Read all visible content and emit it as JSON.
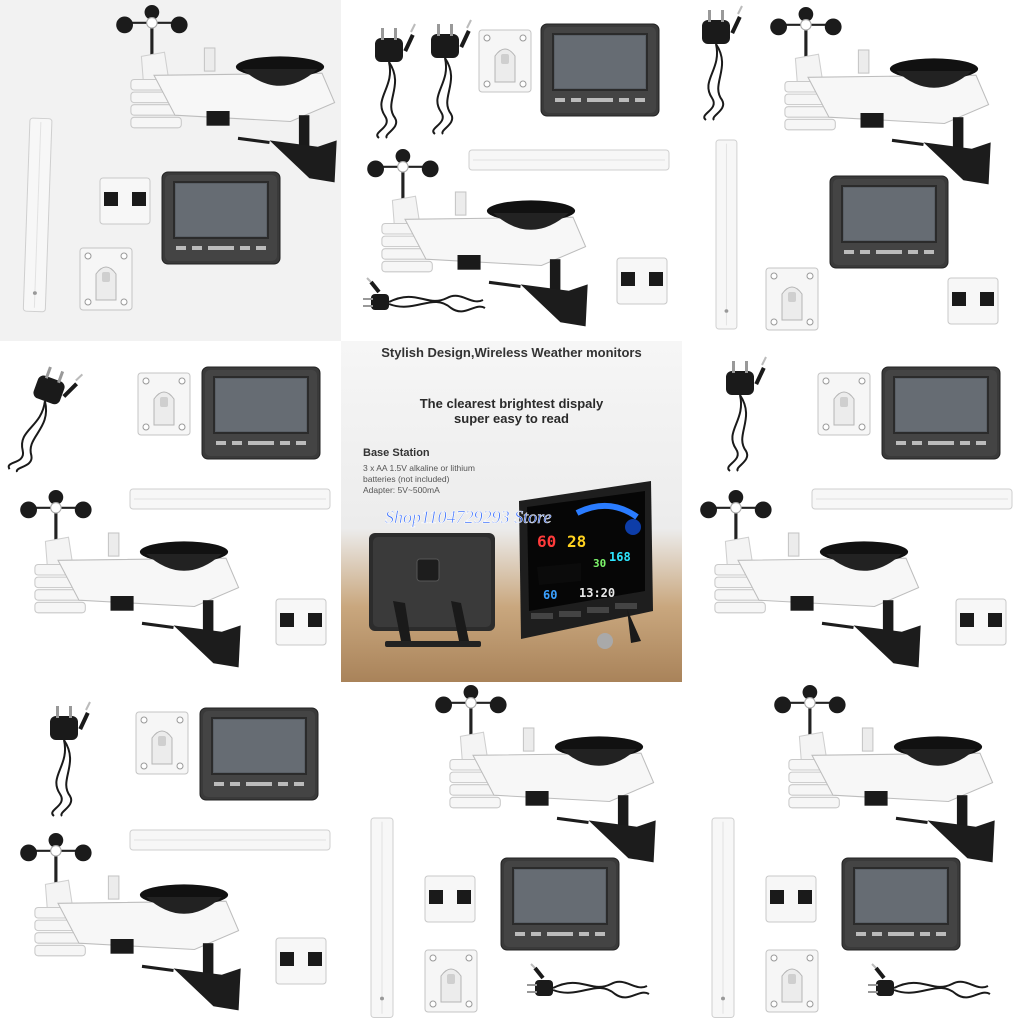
{
  "promo": {
    "headline": "Stylish Design,Wireless Weather monitors",
    "subline_1": "The clearest brightest dispaly",
    "subline_2": "super easy to read",
    "spec_title": "Base Station",
    "spec_lines": [
      "3 x AA 1.5V alkaline or lithium",
      "batteries (not included)",
      "Adapter: 5V~500mA"
    ],
    "watermark": "Shop1104729293 Store",
    "display_readings": [
      "60",
      "28",
      "30",
      "60",
      "168",
      "13:20"
    ]
  },
  "tiles": [
    {
      "name": "product-tile-1"
    },
    {
      "name": "product-tile-2"
    },
    {
      "name": "product-tile-3"
    },
    {
      "name": "product-tile-4"
    },
    {
      "name": "product-tile-6"
    },
    {
      "name": "product-tile-7"
    },
    {
      "name": "product-tile-8"
    },
    {
      "name": "product-tile-9"
    }
  ],
  "colors": {
    "sensor_white": "#f4f4f4",
    "dark_body": "#1c1c1c",
    "monitor_frame": "#3a3a3a",
    "screen": "#555b62",
    "watermark_blue": "#2a64ff"
  }
}
